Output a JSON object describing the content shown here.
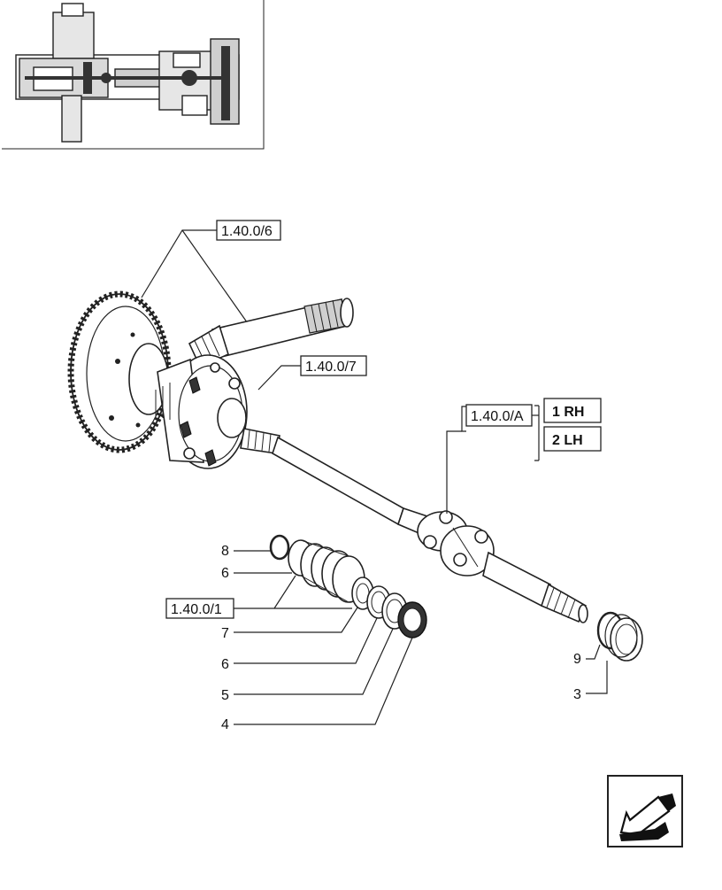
{
  "references": {
    "ring_gear_pinion": "1.40.0/6",
    "differential": "1.40.0/7",
    "seal_kit": "1.40.0/1",
    "axle_shaft": "1.40.0/A"
  },
  "variants": [
    {
      "label": "1 RH"
    },
    {
      "label": "2 LH"
    }
  ],
  "callouts": {
    "c8": "8",
    "c6a": "6",
    "c7": "7",
    "c6b": "6",
    "c5": "5",
    "c4": "4",
    "c9": "9",
    "c3": "3"
  },
  "icons": {
    "nav": "back-arrow-icon",
    "overview": "axle-overview-thumbnail"
  }
}
